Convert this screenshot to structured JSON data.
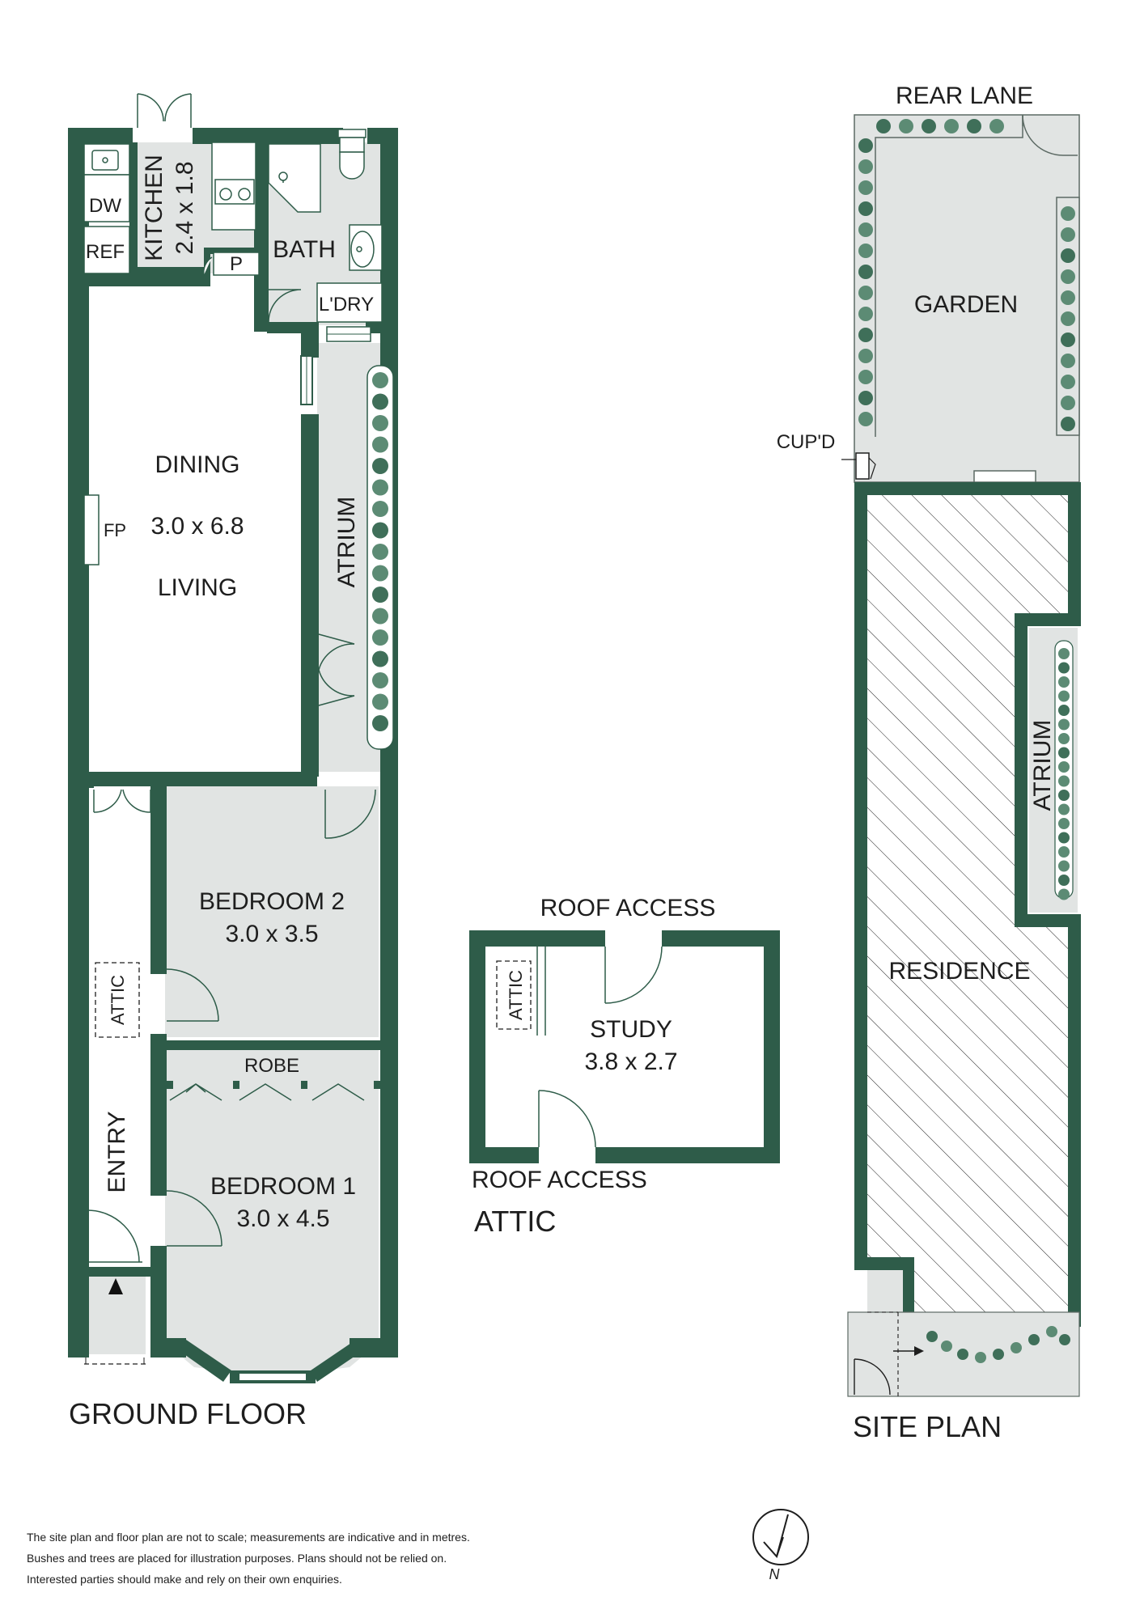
{
  "colors": {
    "wall": "#2e5c49",
    "floor": "#e1e4e3",
    "plant": "#5c8b74",
    "plant_dark": "#3f6f59",
    "text": "#1e1e1e",
    "background": "#ffffff"
  },
  "ground_floor": {
    "caption": "GROUND FLOOR",
    "rooms": {
      "kitchen_name": "KITCHEN",
      "kitchen_size": "2.4 x 1.8",
      "dw": "DW",
      "ref": "REF",
      "pantry": "P",
      "bath": "BATH",
      "laundry": "L'DRY",
      "dining": "DINING",
      "dining_size": "3.0 x 6.8",
      "living": "LIVING",
      "fireplace": "FP",
      "atrium": "ATRIUM",
      "bedroom2": "BEDROOM 2",
      "bedroom2_size": "3.0 x 3.5",
      "attic_hatch": "ATTIC",
      "robe": "ROBE",
      "entry": "ENTRY",
      "bedroom1": "BEDROOM 1",
      "bedroom1_size": "3.0 x 4.5"
    }
  },
  "attic": {
    "caption": "ATTIC",
    "roof_access_top": "ROOF ACCESS",
    "roof_access_bottom": "ROOF ACCESS",
    "attic_label": "ATTIC",
    "study": "STUDY",
    "study_size": "3.8 x 2.7"
  },
  "site_plan": {
    "caption": "SITE PLAN",
    "rear_lane": "REAR LANE",
    "garden": "GARDEN",
    "cupboard": "CUP'D",
    "atrium": "ATRIUM",
    "residence": "RESIDENCE"
  },
  "compass": {
    "label": "N",
    "icon": "north-arrow-icon"
  },
  "disclaimer": [
    "The site plan and floor plan are not to scale; measurements are indicative and in metres.",
    "Bushes and trees are placed for illustration purposes. Plans should not be relied on.",
    "Interested parties should make and rely on their own enquiries."
  ]
}
